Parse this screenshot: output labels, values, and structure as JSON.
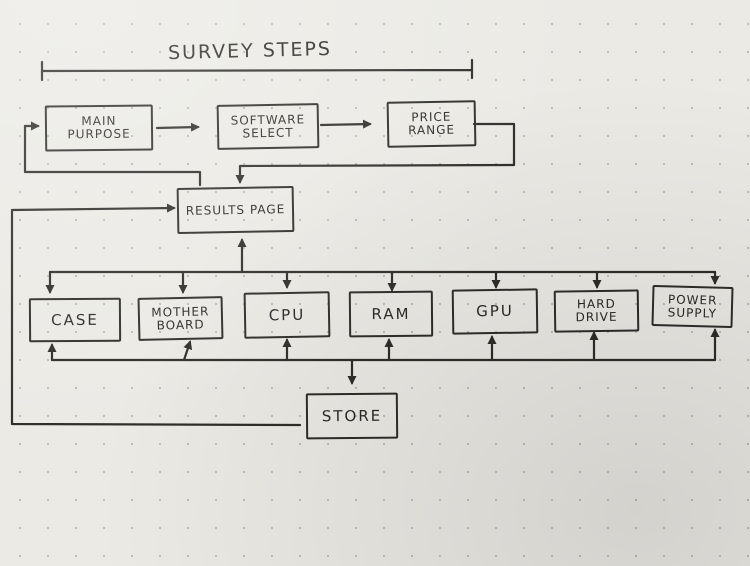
{
  "diagram": {
    "title": "SURVEY STEPS",
    "nodes": {
      "main_purpose": "MAIN\nPURPOSE",
      "software_select": "SOFTWARE\nSELECT",
      "price_range": "PRICE\nRANGE",
      "results_page": "RESULTS PAGE",
      "case": "CASE",
      "motherboard": "MOTHER\nBOARD",
      "cpu": "CPU",
      "ram": "RAM",
      "gpu": "GPU",
      "hard_drive": "HARD\nDRIVE",
      "power_supply": "POWER\nSUPPLY",
      "store": "STORE"
    }
  }
}
